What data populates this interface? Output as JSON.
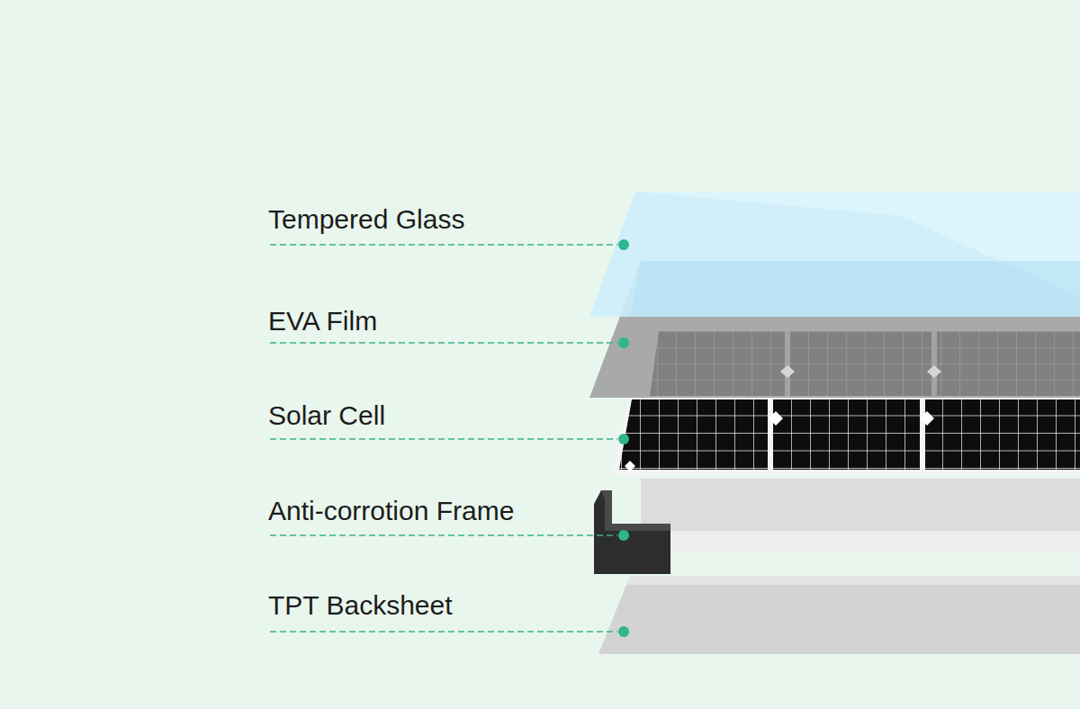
{
  "diagram": {
    "labels": [
      "Tempered Glass",
      "EVA Film",
      "Solar Cell",
      "Anti-corrotion Frame",
      "TPT Backsheet"
    ]
  }
}
